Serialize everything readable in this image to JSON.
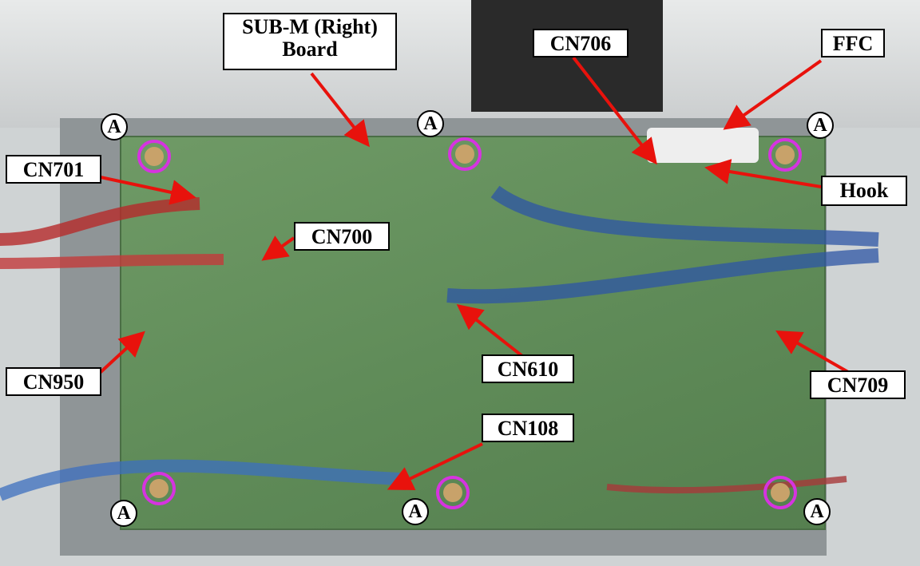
{
  "labels": {
    "sub_m_line1": "SUB-M (Right)",
    "sub_m_line2": "Board",
    "cn706": "CN706",
    "ffc": "FFC",
    "cn701": "CN701",
    "hook": "Hook",
    "cn700": "CN700",
    "cn610": "CN610",
    "cn709": "CN709",
    "cn950": "CN950",
    "cn108": "CN108"
  },
  "screw_marker": "A",
  "colors": {
    "arrow": "#e8120c",
    "screw_ring": "#d633e0",
    "board": "#6a9663"
  }
}
